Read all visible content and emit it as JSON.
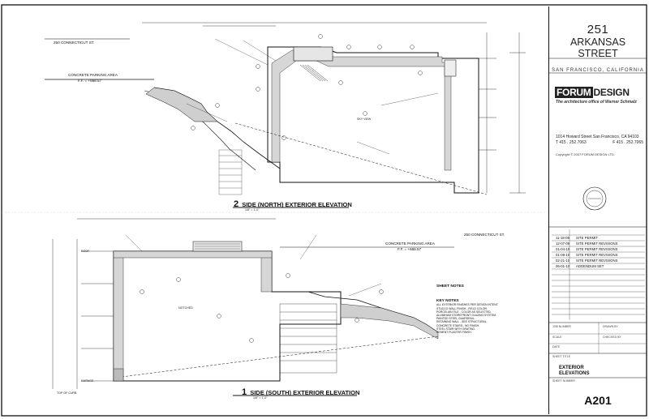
{
  "project": {
    "number": "251",
    "street": "ARKANSAS STREET",
    "city": "SAN FRANCISCO, CALIFORNIA"
  },
  "firm": {
    "logo_left": "FORUM",
    "logo_right": "DESIGN",
    "tagline": "The architecture office of Warner Schmalz",
    "address": "1014 Howard Street  San Francisco, CA  94103",
    "phone": "T 415 . 252.7063",
    "fax": "F 415 . 252.7065",
    "copyright": "Copyright © 2007 FORUM DESIGN LTD."
  },
  "revisions": [
    {
      "date": "11-18-09",
      "text": "SITE PERMIT"
    },
    {
      "date": "12-07-09",
      "text": "SITE PERMIT REVISIONS"
    },
    {
      "date": "01-04-10",
      "text": "SITE PERMIT REVISIONS"
    },
    {
      "date": "01-08-10",
      "text": "SITE PERMIT REVISIONS"
    },
    {
      "date": "02-21-10",
      "text": "SITE PERMIT REVISIONS"
    },
    {
      "date": "06-01-10",
      "text": "ADDENDUM SET"
    }
  ],
  "meta": {
    "job_number": "JOB NUMBER",
    "drawn_by": "DRAWN BY",
    "scale": "SCALE",
    "checked_by": "CHECKED BY",
    "date": "DATE",
    "sheet_title_label": "SHEET TITLE",
    "sheet_number_label": "SHEET NUMBER"
  },
  "sheet": {
    "title_line1": "EXTERIOR",
    "title_line2": "ELEVATIONS",
    "number": "A201"
  },
  "elevations": {
    "north": {
      "num": "2",
      "title": "SIDE (NORTH) EXTERIOR ELEVATION",
      "scale": "1/8\" = 1'-0\""
    },
    "south": {
      "num": "1",
      "title": "SIDE (SOUTH) EXTERIOR ELEVATION",
      "scale": "1/8\" = 1'-0\""
    }
  },
  "annotations": {
    "connecticut": "250 CONNECTICUT ST.",
    "parking": "CONCRETE PARKING AREA",
    "parking_elev": "F.F. = +668.57",
    "roof": "ROOF",
    "garage": "GARAGE",
    "top_of_curb": "TOP OF CURB",
    "sky_view": "SKY VIEW",
    "notched": "NOTCHED"
  },
  "notes": {
    "heading1": "SHEET NOTES",
    "heading2": "KEY NOTES",
    "items": [
      "ALL EXTERIOR FINISHES PER DESIGN INTENT.",
      "STUCCO WALL FINISH - FIELD COLOR.",
      "PORCELAIN TILE - COLOR AS SELECTED.",
      "ALUMINUM STOREFRONT GLAZING SYSTEM.",
      "PAINTED STEEL GUARDRAIL.",
      "RETAINING WALL - SEE STRUCTURAL.",
      "CONCRETE STAIRS - NO FINISH.",
      "STEEL STAIR WITH GRATING.",
      "CEMENT PLASTER FINISH."
    ]
  }
}
